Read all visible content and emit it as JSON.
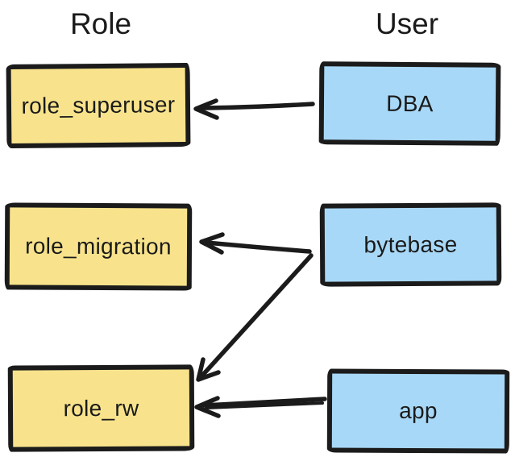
{
  "diagram": {
    "columns": {
      "role": {
        "title": "Role"
      },
      "user": {
        "title": "User"
      }
    },
    "nodes": {
      "role_superuser": {
        "label": "role_superuser",
        "type": "role"
      },
      "role_migration": {
        "label": "role_migration",
        "type": "role"
      },
      "role_rw": {
        "label": "role_rw",
        "type": "role"
      },
      "dba": {
        "label": "DBA",
        "type": "user"
      },
      "bytebase": {
        "label": "bytebase",
        "type": "user"
      },
      "app": {
        "label": "app",
        "type": "user"
      }
    },
    "edges": [
      {
        "from": "DBA",
        "to": "role_superuser"
      },
      {
        "from": "bytebase",
        "to": "role_migration"
      },
      {
        "from": "bytebase",
        "to": "role_rw"
      },
      {
        "from": "app",
        "to": "role_rw"
      }
    ],
    "colors": {
      "role_fill": "#F8E38C",
      "user_fill": "#A8D8F7",
      "stroke": "#1B1B1B",
      "text": "#1A1A1A",
      "background": "#FFFFFF"
    }
  }
}
